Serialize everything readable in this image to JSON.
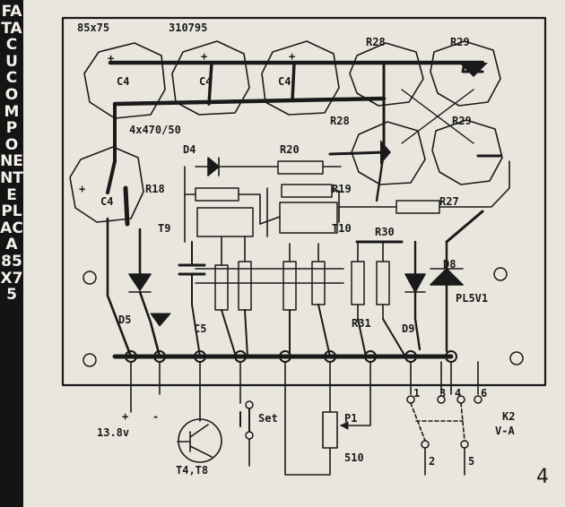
{
  "sidebar": {
    "text": "FATA CU COMPONENTE PLACA 85X75"
  },
  "board": {
    "size": "85x75",
    "code": "310795",
    "cap_spec": "4x470/50",
    "supply_plus": "+",
    "supply_minus": "-",
    "supply_voltage": "13.8v",
    "figure_number": "4"
  },
  "components": {
    "c4": "C4",
    "c4_plus": "+",
    "r28": "R28",
    "r29": "R29",
    "d4": "D4",
    "r20": "R20",
    "r18": "R18",
    "r19": "R19",
    "r27": "R27",
    "t9": "T9",
    "t10": "T10",
    "r30": "R30",
    "d8": "D8",
    "pl5v1": "PL5V1",
    "d5": "D5",
    "c5": "C5",
    "r31": "R31",
    "d9": "D9"
  },
  "external": {
    "transistor": "T4,T8",
    "set_button": "Set",
    "pot_name": "P1",
    "pot_value": "510",
    "switch_name": "K2",
    "switch_sub": "V-A",
    "pin1": "1",
    "pin2": "2",
    "pin3": "3",
    "pin4": "4",
    "pin5": "5",
    "pin6": "6"
  }
}
